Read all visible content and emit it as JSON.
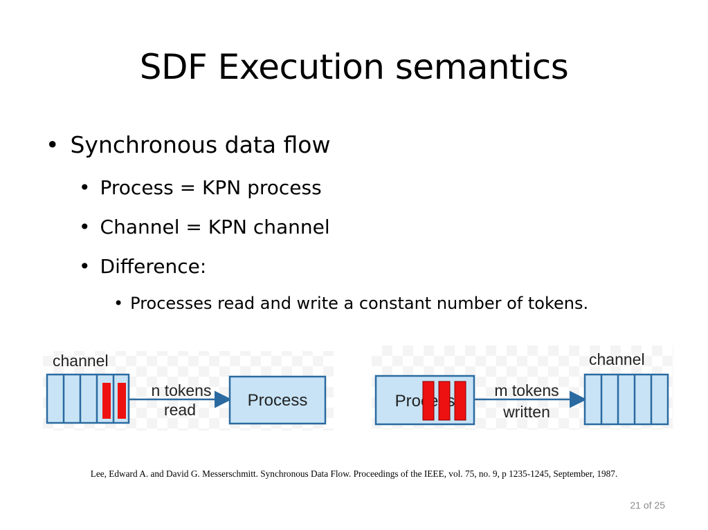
{
  "slide": {
    "title": "SDF Execution semantics",
    "bullets": {
      "b1": "Synchronous data flow",
      "b2": "Process = KPN process",
      "b3": "Channel = KPN channel",
      "b4": "Difference:",
      "b5": "Processes read and write a constant number of tokens."
    },
    "bullet_glyph": "•",
    "diagram_left": {
      "channel_label": "channel",
      "arrow_label_1": "n tokens",
      "arrow_label_2": "read",
      "process_label": "Process"
    },
    "diagram_right": {
      "channel_label": "channel",
      "arrow_label_1": "m tokens",
      "arrow_label_2": "written",
      "process_label": "Process"
    },
    "citation": "Lee, Edward A. and David G. Messerschmitt. Synchronous Data Flow. Proceedings of the IEEE, vol. 75, no. 9, p 1235-1245, September, 1987.",
    "page_number": "21 of 25"
  },
  "colors": {
    "box_fill": "#c7e3f5",
    "box_stroke": "#2a6aa0",
    "token_fill": "#ee1111",
    "arrow": "#2a6aa0"
  }
}
